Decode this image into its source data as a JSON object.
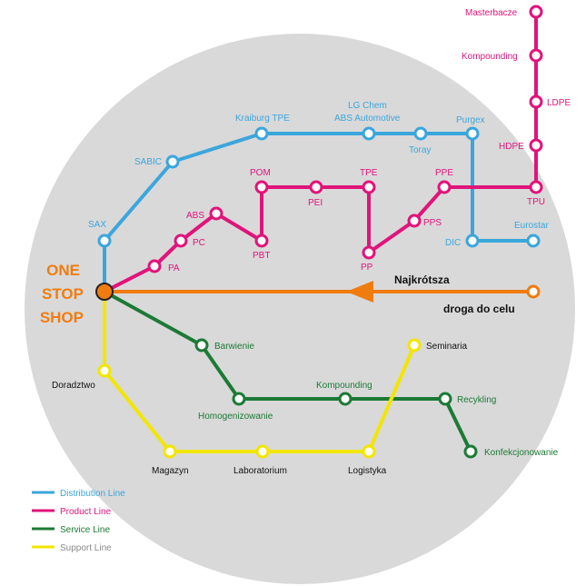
{
  "colors": {
    "distribution": "#3ba6dc",
    "product": "#e0147a",
    "service": "#1c7a35",
    "support": "#f2e600",
    "hub": "#f07c0f",
    "text_dark": "#111111",
    "background_circle": "#d9d9d9"
  },
  "hub": {
    "lines": [
      "ONE",
      "STOP",
      "SHOP"
    ]
  },
  "arrow": {
    "line1": "Najkrótsza",
    "line2": "droga do celu"
  },
  "stations": {
    "distribution": {
      "sax": "SAX",
      "sabic": "SABIC",
      "kraiburg": "Kraiburg TPE",
      "lgchem_1": "LG Chem",
      "lgchem_2": "ABS Automotive",
      "toray": "Toray",
      "purgex": "Purgex",
      "dic": "DIC",
      "eurostar": "Eurostar"
    },
    "product": {
      "pa": "PA",
      "pc": "PC",
      "abs": "ABS",
      "pbt": "PBT",
      "pom": "POM",
      "pei": "PEI",
      "tpe": "TPE",
      "pp": "PP",
      "pps": "PPS",
      "ppe": "PPE",
      "tpu": "TPU",
      "hdpe": "HDPE",
      "ldpe": "LDPE",
      "kompounding": "Kompounding",
      "masterbacze": "Masterbacze"
    },
    "service": {
      "barwienie": "Barwienie",
      "homogenizowanie": "Homogenizowanie",
      "kompounding": "Kompounding",
      "recykling": "Recykling",
      "konfekcjonowanie": "Konfekcjonowanie"
    },
    "support": {
      "doradztwo": "Doradztwo",
      "magazyn": "Magazyn",
      "laboratorium": "Laboratorium",
      "logistyka": "Logistyka",
      "seminaria": "Seminaria"
    }
  },
  "legend": [
    {
      "label": "Distribution Line",
      "color": "#3ba6dc"
    },
    {
      "label": "Product Line",
      "color": "#e0147a"
    },
    {
      "label": "Service Line",
      "color": "#1c7a35"
    },
    {
      "label": "Support Line",
      "color": "#f2e600"
    }
  ]
}
